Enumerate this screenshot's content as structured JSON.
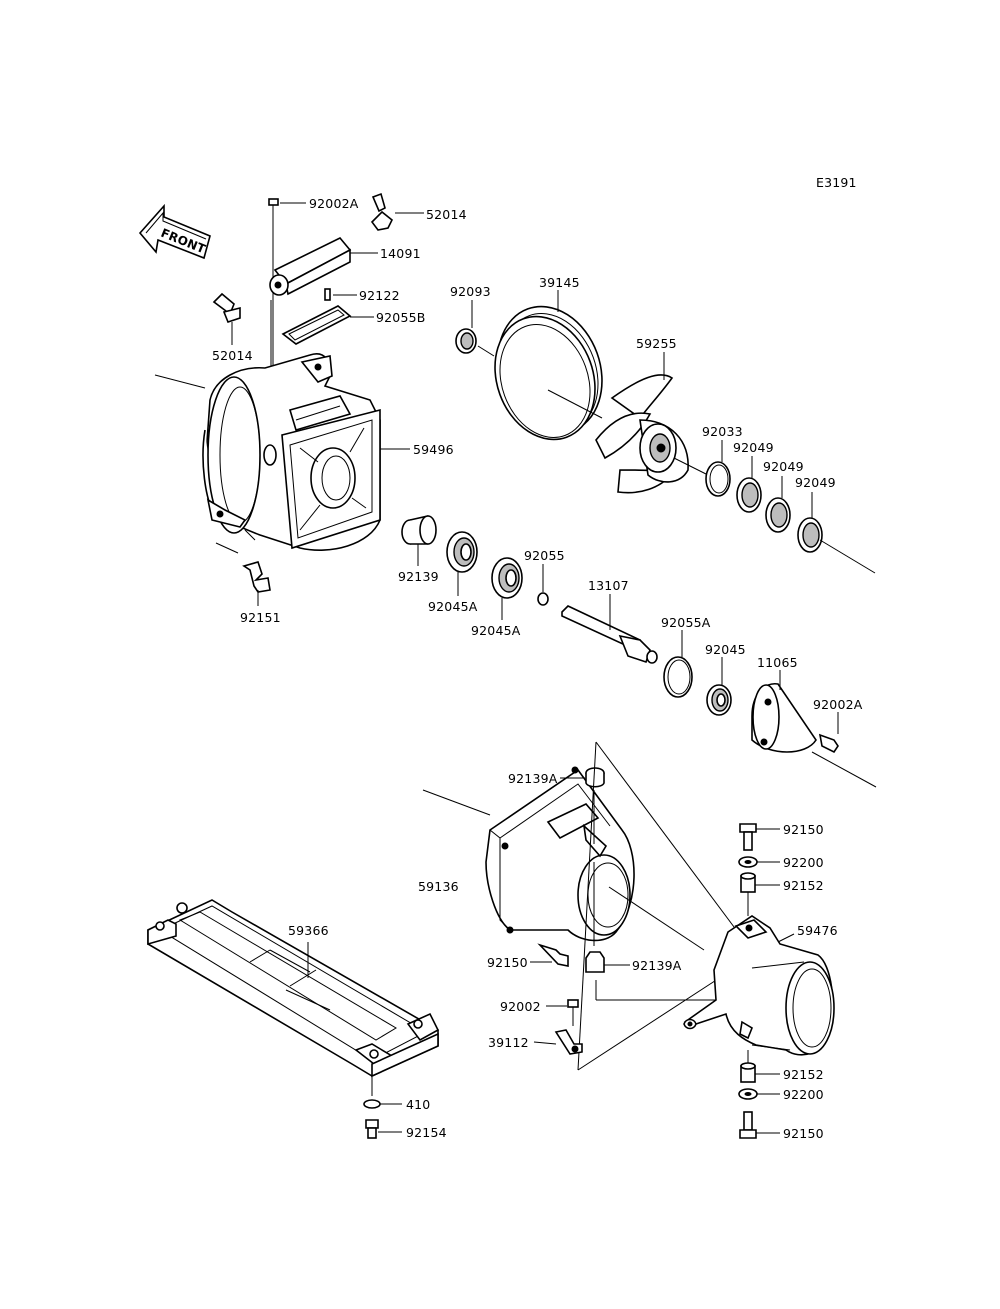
{
  "diagram_code": "E3191",
  "front_arrow": {
    "text": "FRONT",
    "icon": "front-arrow-icon"
  },
  "labels": {
    "l_92002A_top": "92002A",
    "l_52014_top": "52014",
    "l_14091": "14091",
    "l_92122": "92122",
    "l_92055B": "92055B",
    "l_52014_left": "52014",
    "l_92093": "92093",
    "l_39145": "39145",
    "l_59255": "59255",
    "l_92033": "92033",
    "l_92049_a": "92049",
    "l_92049_b": "92049",
    "l_92049_c": "92049",
    "l_59496": "59496",
    "l_92139": "92139",
    "l_92045A_a": "92045A",
    "l_92045A_b": "92045A",
    "l_92055": "92055",
    "l_92151": "92151",
    "l_13107": "13107",
    "l_92055A": "92055A",
    "l_92045": "92045",
    "l_11065": "11065",
    "l_92002A_right": "92002A",
    "l_92139A_top": "92139A",
    "l_59136": "59136",
    "l_92150_a": "92150",
    "l_92200_a": "92200",
    "l_92152_a": "92152",
    "l_59476": "59476",
    "l_59366": "59366",
    "l_92150_mid": "92150",
    "l_92139A_mid": "92139A",
    "l_92002": "92002",
    "l_39112": "39112",
    "l_92152_b": "92152",
    "l_92200_b": "92200",
    "l_92150_b": "92150",
    "l_410": "410",
    "l_92154": "92154"
  }
}
